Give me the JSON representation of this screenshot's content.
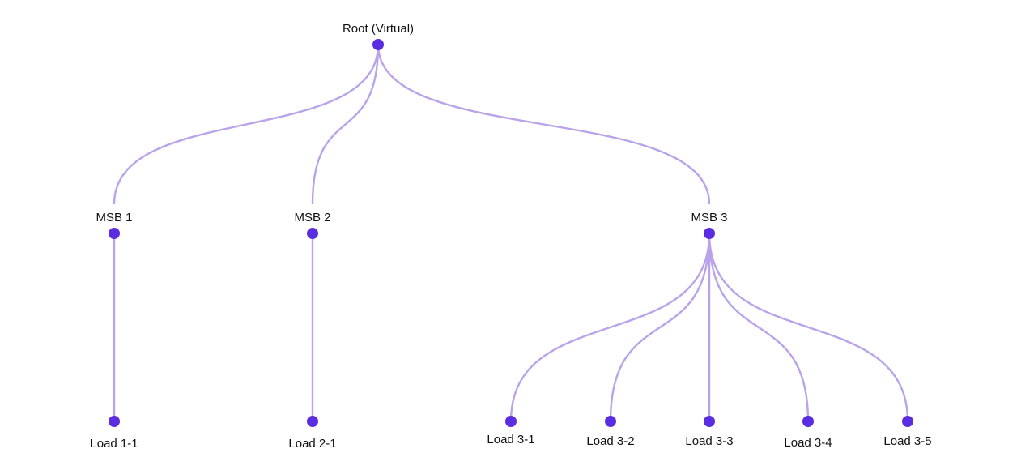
{
  "diagram": {
    "type": "tree",
    "colors": {
      "node": "#5a2de0",
      "link": "#b9a3ea",
      "text": "#111111",
      "background": "#ffffff"
    },
    "nodes": [
      {
        "id": "root",
        "label": "Root (Virtual)",
        "parent": null
      },
      {
        "id": "msb1",
        "label": "MSB 1",
        "parent": "root"
      },
      {
        "id": "msb2",
        "label": "MSB 2",
        "parent": "root"
      },
      {
        "id": "msb3",
        "label": "MSB 3",
        "parent": "root"
      },
      {
        "id": "load1_1",
        "label": "Load 1-1",
        "parent": "msb1"
      },
      {
        "id": "load2_1",
        "label": "Load 2-1",
        "parent": "msb2"
      },
      {
        "id": "load3_1",
        "label": "Load 3-1",
        "parent": "msb3"
      },
      {
        "id": "load3_2",
        "label": "Load 3-2",
        "parent": "msb3"
      },
      {
        "id": "load3_3",
        "label": "Load 3-3",
        "parent": "msb3"
      },
      {
        "id": "load3_4",
        "label": "Load 3-4",
        "parent": "msb3"
      },
      {
        "id": "load3_5",
        "label": "Load 3-5",
        "parent": "msb3"
      }
    ]
  }
}
